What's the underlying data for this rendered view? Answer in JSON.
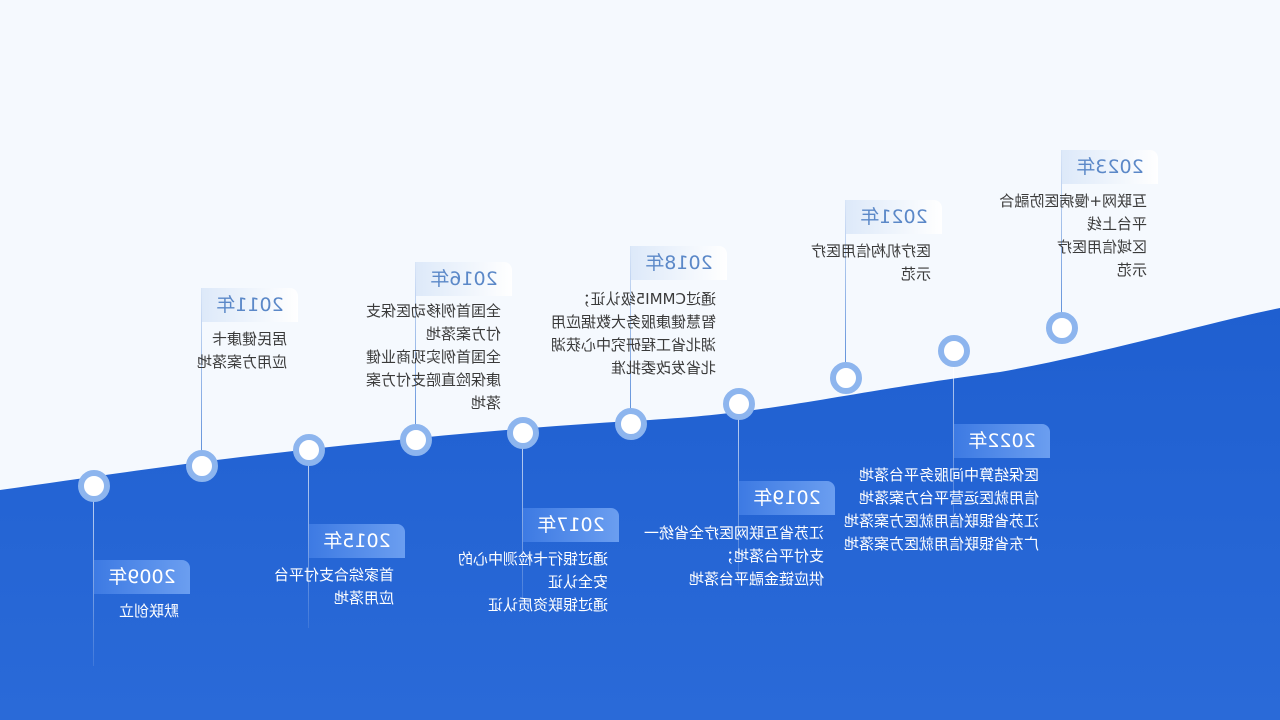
{
  "milestones": [
    {
      "year": "2009年",
      "lines": [
        "默联创立"
      ]
    },
    {
      "year": "2011年",
      "lines": [
        "居民健康卡",
        "应用方案落地"
      ]
    },
    {
      "year": "2015年",
      "lines": [
        "首家综合支付平台",
        "应用落地"
      ]
    },
    {
      "year": "2016年",
      "lines": [
        "全国首例移动医保支",
        "付方案落地",
        "全国首例实现商业健",
        "康保险直赔支付方案",
        "落地"
      ]
    },
    {
      "year": "2017年",
      "lines": [
        "通过银行卡检测中心的",
        "安全认证",
        "通过银联资质认证"
      ]
    },
    {
      "year": "2018年",
      "lines": [
        "通过CMMI5级认证；",
        "智慧健康服务大数据应用",
        "湖北省工程研究中心获湖",
        "北省发改委批准"
      ]
    },
    {
      "year": "2019年",
      "lines": [
        "江苏省互联网医疗全省统一",
        "支付平台落地；",
        "供应链金融平台落地"
      ]
    },
    {
      "year": "2021年",
      "lines": [
        "医疗机构信用医疗",
        "示范"
      ]
    },
    {
      "year": "2022年",
      "lines": [
        "医保结算中间服务平台落地",
        "信用就医运营平台方案落地",
        "江苏省银联信用就医方案落地",
        "广东省银联信用就医方案落地"
      ]
    },
    {
      "year": "2023年",
      "lines": [
        "互联网+慢病医防融合",
        "平台上线",
        "区域信用医疗",
        "示范"
      ]
    }
  ],
  "colors": {
    "background": "#f5f9fe",
    "wave": "#2262d2",
    "accent": "#8db5ee",
    "year_text": "#5b88c8"
  }
}
